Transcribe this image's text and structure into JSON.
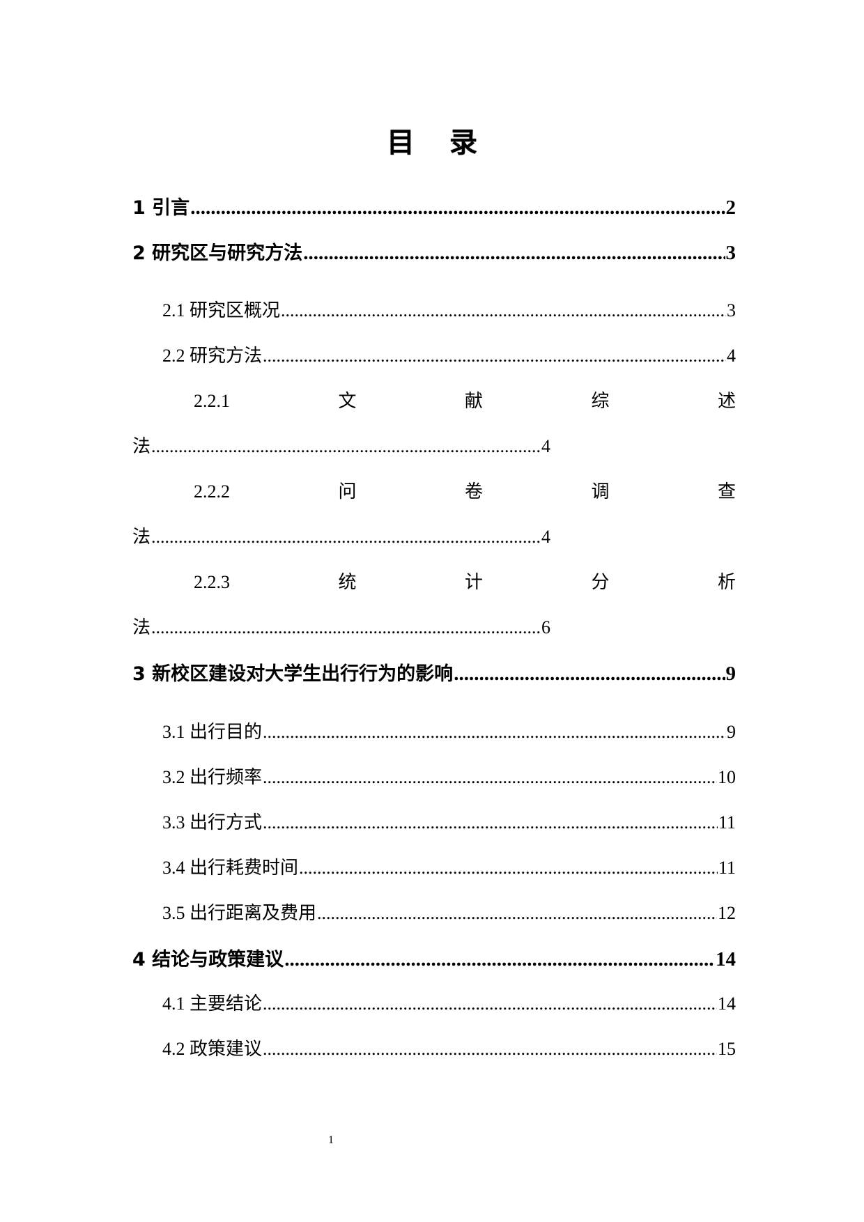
{
  "document": {
    "title": "目录",
    "page_number": "1"
  },
  "toc": {
    "ch1": {
      "label": "1 引言",
      "page": "2"
    },
    "ch2": {
      "label": "2 研究区与研究方法",
      "page": "3"
    },
    "s2_1": {
      "label": "2.1 研究区概况",
      "page": "3"
    },
    "s2_2": {
      "label": "2.2 研究方法",
      "page": "4"
    },
    "s2_2_1": {
      "num": "2.2.1",
      "chars": [
        "文",
        "献",
        "综",
        "述"
      ],
      "cont": "法",
      "page": "4"
    },
    "s2_2_2": {
      "num": "2.2.2",
      "chars": [
        "问",
        "卷",
        "调",
        "查"
      ],
      "cont": "法",
      "page": "4"
    },
    "s2_2_3": {
      "num": "2.2.3",
      "chars": [
        "统",
        "计",
        "分",
        "析"
      ],
      "cont": "法",
      "page": "6"
    },
    "ch3": {
      "label": "3 新校区建设对大学生出行行为的影响",
      "page": "9"
    },
    "s3_1": {
      "label": "3.1 出行目的",
      "page": "9"
    },
    "s3_2": {
      "label": "3.2 出行频率",
      "page": "10"
    },
    "s3_3": {
      "label": "3.3 出行方式",
      "page": "11"
    },
    "s3_4": {
      "label": "3.4 出行耗费时间",
      "page": "11"
    },
    "s3_5": {
      "label": "3.5 出行距离及费用",
      "page": "12"
    },
    "ch4": {
      "label": "4 结论与政策建议",
      "page": "14"
    },
    "s4_1": {
      "label": "4.1 主要结论",
      "page": "14"
    },
    "s4_2": {
      "label": "4.2 政策建议",
      "page": "15"
    }
  }
}
